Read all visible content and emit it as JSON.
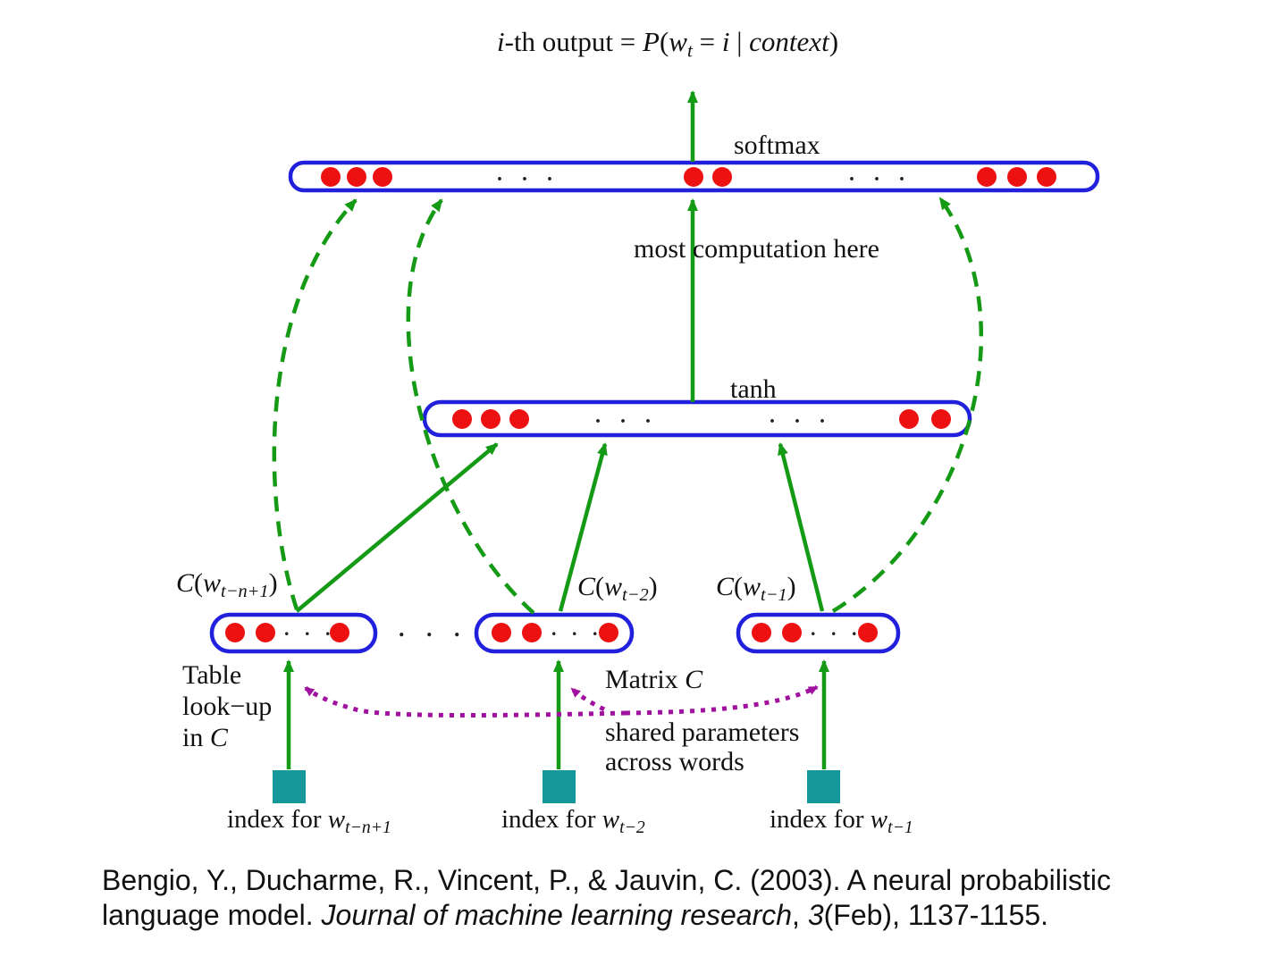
{
  "diagram": {
    "formula": {
      "i": "i",
      "th": "-th output = ",
      "P": "P",
      "open": "(",
      "w": "w",
      "sub_t": "t",
      "eq": " = ",
      "i2": "i",
      "bar": " | ",
      "context": "context",
      "close": ")"
    },
    "softmax_label": "softmax",
    "most_computation": "most computation here",
    "tanh_label": "tanh",
    "embeddings": [
      {
        "C": "C",
        "open": "(",
        "w": "w",
        "sub": "t−n+1",
        "close": ")"
      },
      {
        "C": "C",
        "open": "(",
        "w": "w",
        "sub": "t−2",
        "close": ")"
      },
      {
        "C": "C",
        "open": "(",
        "w": "w",
        "sub": "t−1",
        "close": ")"
      }
    ],
    "table_lookup": {
      "line1": "Table",
      "line2": "look−up",
      "line3_prefix": "in ",
      "line3_C": "C"
    },
    "matrix": {
      "prefix": "Matrix ",
      "C": "C"
    },
    "shared_line1": "shared parameters",
    "shared_line2": "across words",
    "indices": [
      {
        "prefix": "index for ",
        "w": "w",
        "sub": "t−n+1"
      },
      {
        "prefix": "index for ",
        "w": "w",
        "sub": "t−2"
      },
      {
        "prefix": "index for ",
        "w": "w",
        "sub": "t−1"
      }
    ],
    "ellipsis": ". . ."
  },
  "citation": {
    "line1": "Bengio, Y., Ducharme, R., Vincent, P., & Jauvin, C. (2003). A neural probabilistic",
    "line2_prefix": "language model. ",
    "line2_journal": "Journal of machine learning research",
    "line2_mid": ", ",
    "line2_vol": "3",
    "line2_suffix": "(Feb), 1137-1155."
  },
  "colors": {
    "blue": "#2121dd",
    "red": "#ee1111",
    "green": "#149a14",
    "teal": "#16989a",
    "purple": "#a011a0",
    "ink": "#111111"
  }
}
